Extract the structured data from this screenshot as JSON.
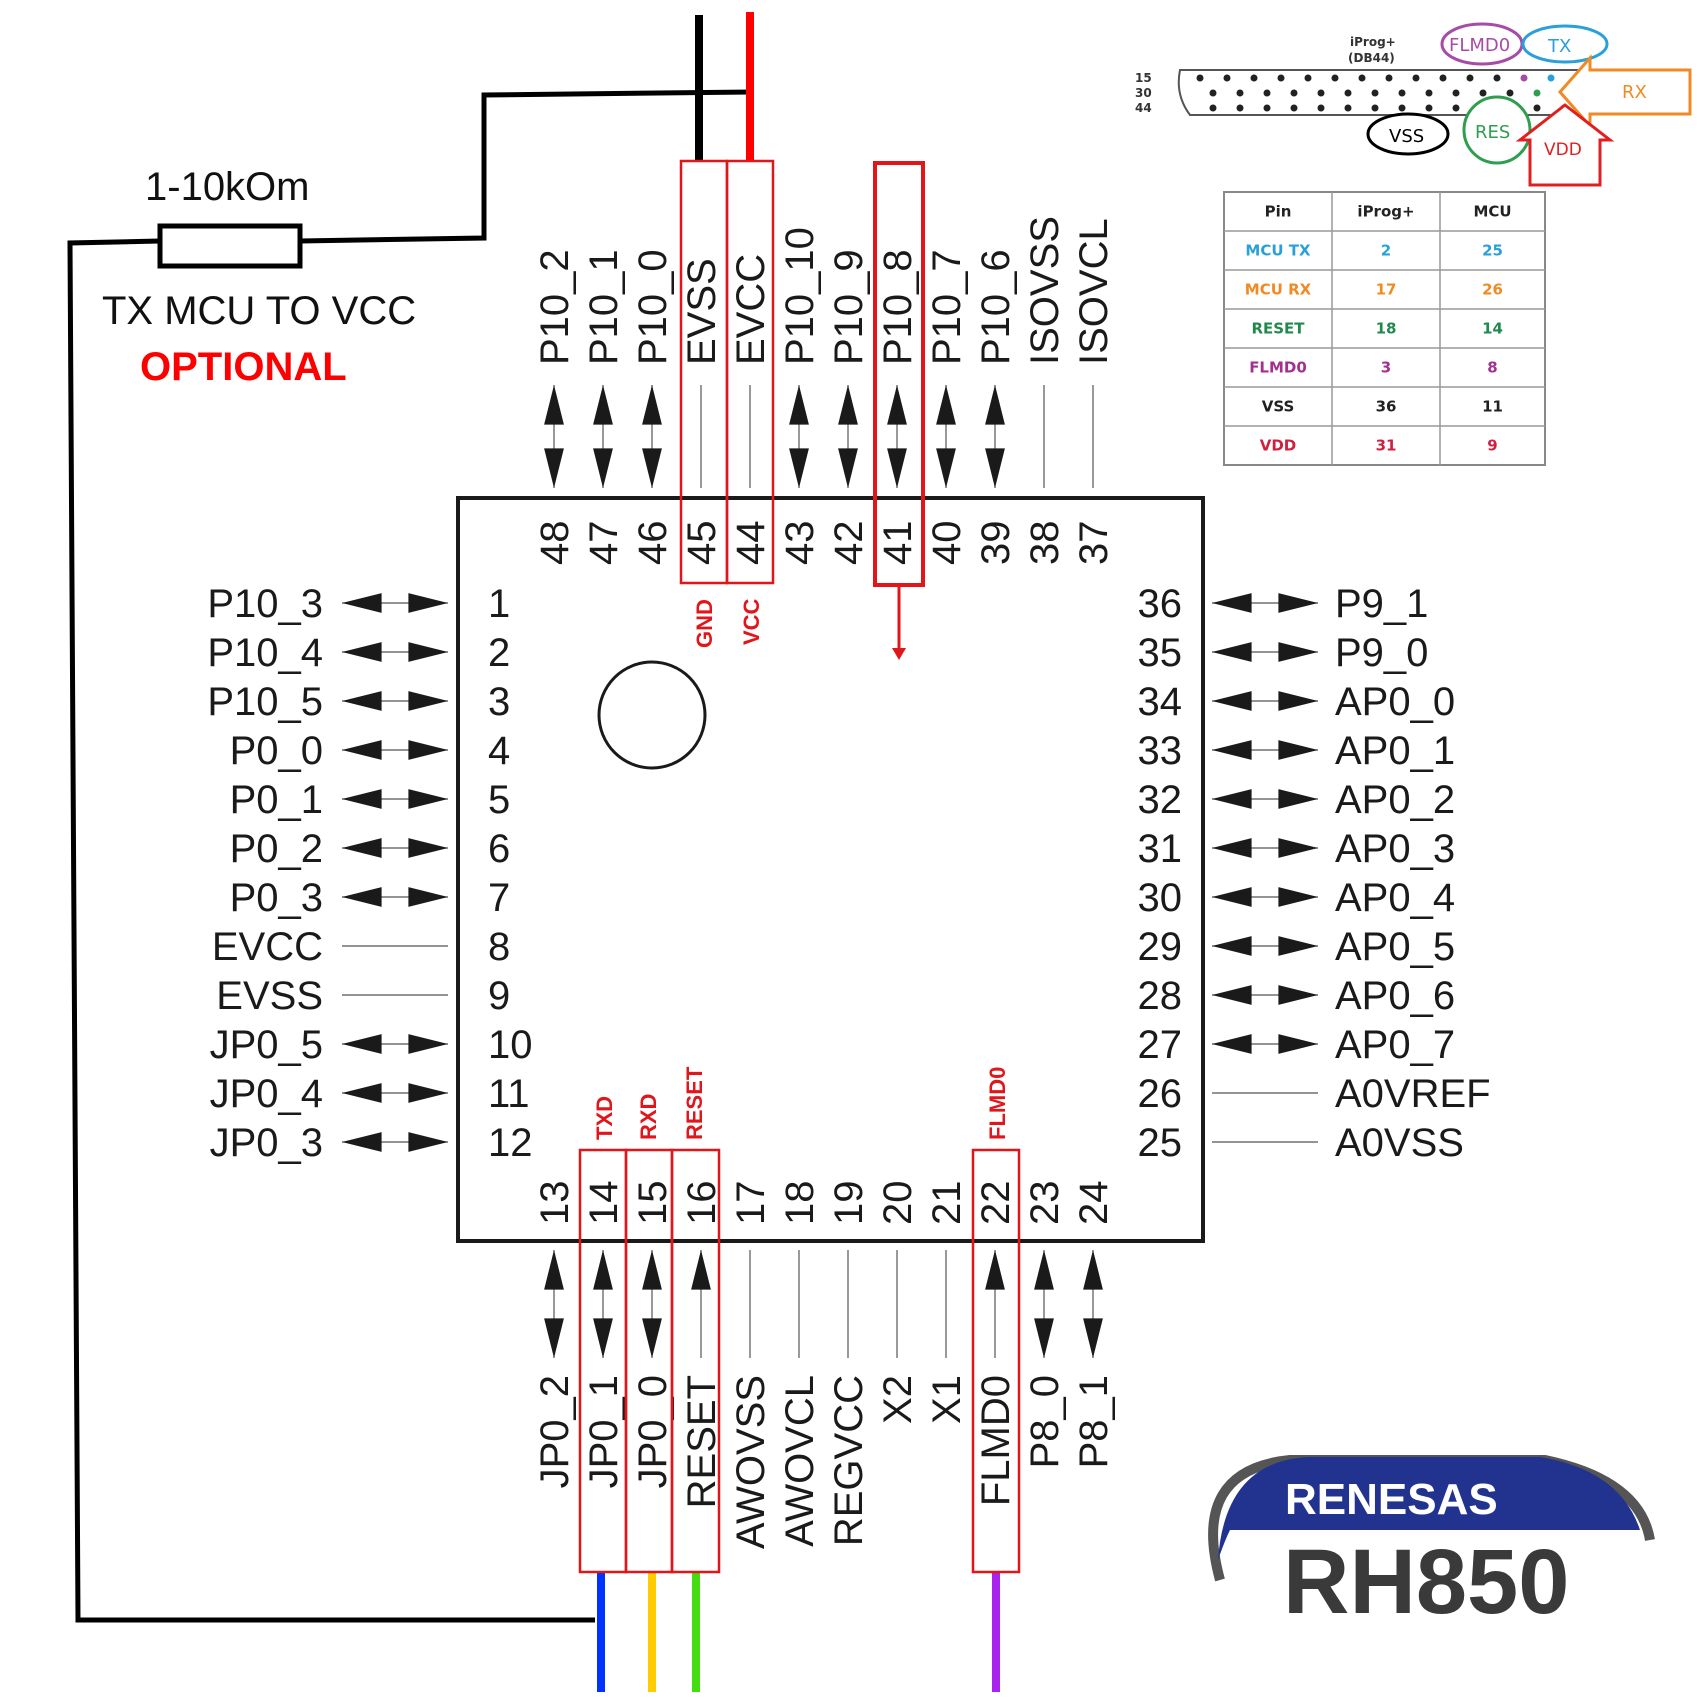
{
  "resistor": {
    "value_label": "1-10kOm",
    "note": "TX MCU TO VCC",
    "optional_label": "OPTIONAL"
  },
  "chip": {
    "pins_left": [
      {
        "num": "1",
        "name": "P10_3",
        "type": "bidir"
      },
      {
        "num": "2",
        "name": "P10_4",
        "type": "bidir"
      },
      {
        "num": "3",
        "name": "P10_5",
        "type": "bidir"
      },
      {
        "num": "4",
        "name": "P0_0",
        "type": "bidir"
      },
      {
        "num": "5",
        "name": "P0_1",
        "type": "bidir"
      },
      {
        "num": "6",
        "name": "P0_2",
        "type": "bidir"
      },
      {
        "num": "7",
        "name": "P0_3",
        "type": "bidir"
      },
      {
        "num": "8",
        "name": "EVCC",
        "type": "line"
      },
      {
        "num": "9",
        "name": "EVSS",
        "type": "line"
      },
      {
        "num": "10",
        "name": "JP0_5",
        "type": "bidir"
      },
      {
        "num": "11",
        "name": "JP0_4",
        "type": "bidir"
      },
      {
        "num": "12",
        "name": "JP0_3",
        "type": "bidir"
      }
    ],
    "pins_bottom": [
      {
        "num": "13",
        "name": "JP0_2",
        "type": "bidir"
      },
      {
        "num": "14",
        "name": "JP0_1",
        "type": "bidir"
      },
      {
        "num": "15",
        "name": "JP0_0",
        "type": "bidir"
      },
      {
        "num": "16",
        "name": "RESET",
        "type": "in"
      },
      {
        "num": "17",
        "name": "AWOVSS",
        "type": "line"
      },
      {
        "num": "18",
        "name": "AWOVCL",
        "type": "line"
      },
      {
        "num": "19",
        "name": "REGVCC",
        "type": "line"
      },
      {
        "num": "20",
        "name": "X2",
        "type": "line"
      },
      {
        "num": "21",
        "name": "X1",
        "type": "line"
      },
      {
        "num": "22",
        "name": "FLMD0",
        "type": "in"
      },
      {
        "num": "23",
        "name": "P8_0",
        "type": "bidir"
      },
      {
        "num": "24",
        "name": "P8_1",
        "type": "bidir"
      }
    ],
    "pins_right": [
      {
        "num": "25",
        "name": "A0VSS",
        "type": "line"
      },
      {
        "num": "26",
        "name": "A0VREF",
        "type": "line"
      },
      {
        "num": "27",
        "name": "AP0_7",
        "type": "bidir"
      },
      {
        "num": "28",
        "name": "AP0_6",
        "type": "bidir"
      },
      {
        "num": "29",
        "name": "AP0_5",
        "type": "bidir"
      },
      {
        "num": "30",
        "name": "AP0_4",
        "type": "bidir"
      },
      {
        "num": "31",
        "name": "AP0_3",
        "type": "bidir"
      },
      {
        "num": "32",
        "name": "AP0_2",
        "type": "bidir"
      },
      {
        "num": "33",
        "name": "AP0_1",
        "type": "bidir"
      },
      {
        "num": "34",
        "name": "AP0_0",
        "type": "bidir"
      },
      {
        "num": "35",
        "name": "P9_0",
        "type": "bidir"
      },
      {
        "num": "36",
        "name": "P9_1",
        "type": "bidir"
      }
    ],
    "pins_top": [
      {
        "num": "37",
        "name": "ISOVCL",
        "type": "line"
      },
      {
        "num": "38",
        "name": "ISOVSS",
        "type": "line"
      },
      {
        "num": "39",
        "name": "P10_6",
        "type": "bidir"
      },
      {
        "num": "40",
        "name": "P10_7",
        "type": "bidir"
      },
      {
        "num": "41",
        "name": "P10_8",
        "type": "bidir"
      },
      {
        "num": "42",
        "name": "P10_9",
        "type": "bidir"
      },
      {
        "num": "43",
        "name": "P10_10",
        "type": "bidir"
      },
      {
        "num": "44",
        "name": "EVCC",
        "type": "line"
      },
      {
        "num": "45",
        "name": "EVSS",
        "type": "line"
      },
      {
        "num": "46",
        "name": "P10_0",
        "type": "bidir"
      },
      {
        "num": "47",
        "name": "P10_1",
        "type": "bidir"
      },
      {
        "num": "48",
        "name": "P10_2",
        "type": "bidir"
      }
    ]
  },
  "signal_labels": {
    "gnd": "GND",
    "vcc": "VCC",
    "txd": "TXD",
    "rxd": "RXD",
    "reset": "RESET",
    "flmd0": "FLMD0"
  },
  "wire_colors": {
    "gnd": "#000000",
    "vcc": "#ff0000",
    "txd": "#0033ff",
    "rxd": "#ffcc00",
    "reset": "#44dd11",
    "flmd0": "#aa22ee",
    "highlight": "#e0161b"
  },
  "connector": {
    "title": "iProg+",
    "subtitle": "(DB44)",
    "row_labels": [
      "15",
      "30",
      "44"
    ],
    "callouts": [
      {
        "label": "FLMD0",
        "color": "#a64ca6"
      },
      {
        "label": "TX",
        "color": "#2aa0d8"
      },
      {
        "label": "RX",
        "color": "#f08a24"
      },
      {
        "label": "VSS",
        "color": "#000000"
      },
      {
        "label": "RES",
        "color": "#2e9e4f"
      },
      {
        "label": "VDD",
        "color": "#e02020"
      }
    ]
  },
  "pin_table": {
    "headers": [
      "Pin",
      "iProg+",
      "MCU"
    ],
    "rows": [
      {
        "pin": "MCU TX",
        "iprog": "2",
        "mcu": "25",
        "color": "#2aa0d8"
      },
      {
        "pin": "MCU RX",
        "iprog": "17",
        "mcu": "26",
        "color": "#f08a24"
      },
      {
        "pin": "RESET",
        "iprog": "18",
        "mcu": "14",
        "color": "#1f8a4c"
      },
      {
        "pin": "FLMD0",
        "iprog": "3",
        "mcu": "8",
        "color": "#a3308f"
      },
      {
        "pin": "VSS",
        "iprog": "36",
        "mcu": "11",
        "color": "#222222"
      },
      {
        "pin": "VDD",
        "iprog": "31",
        "mcu": "9",
        "color": "#d02040"
      }
    ]
  },
  "logo": {
    "brand": "RENESAS",
    "product": "RH850",
    "brand_color": "#22338f",
    "product_color": "#3a3a3a"
  }
}
